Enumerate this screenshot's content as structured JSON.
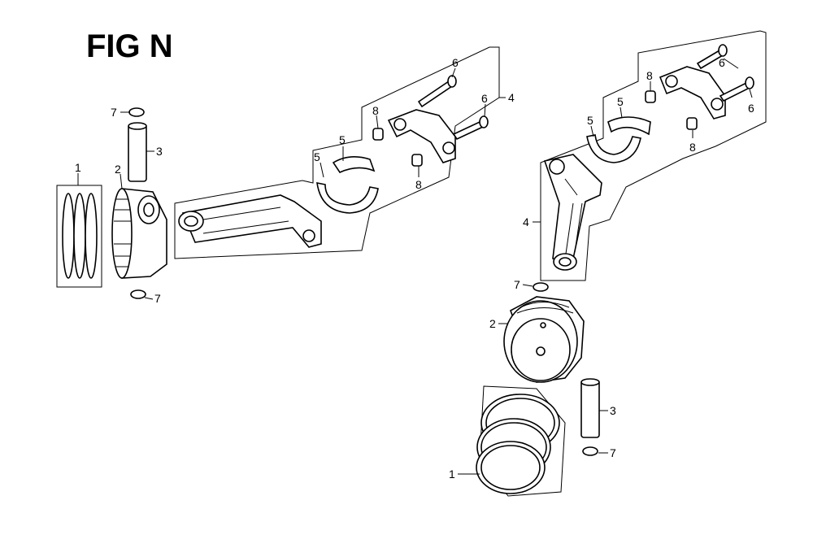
{
  "figure": {
    "title": "FIG N"
  },
  "callouts": {
    "piston_rings": "1",
    "piston": "2",
    "piston_pin": "3",
    "connecting_rod_assembly": "4",
    "bearing": "5",
    "bolt": "6",
    "clip": "7",
    "dowel": "8"
  }
}
